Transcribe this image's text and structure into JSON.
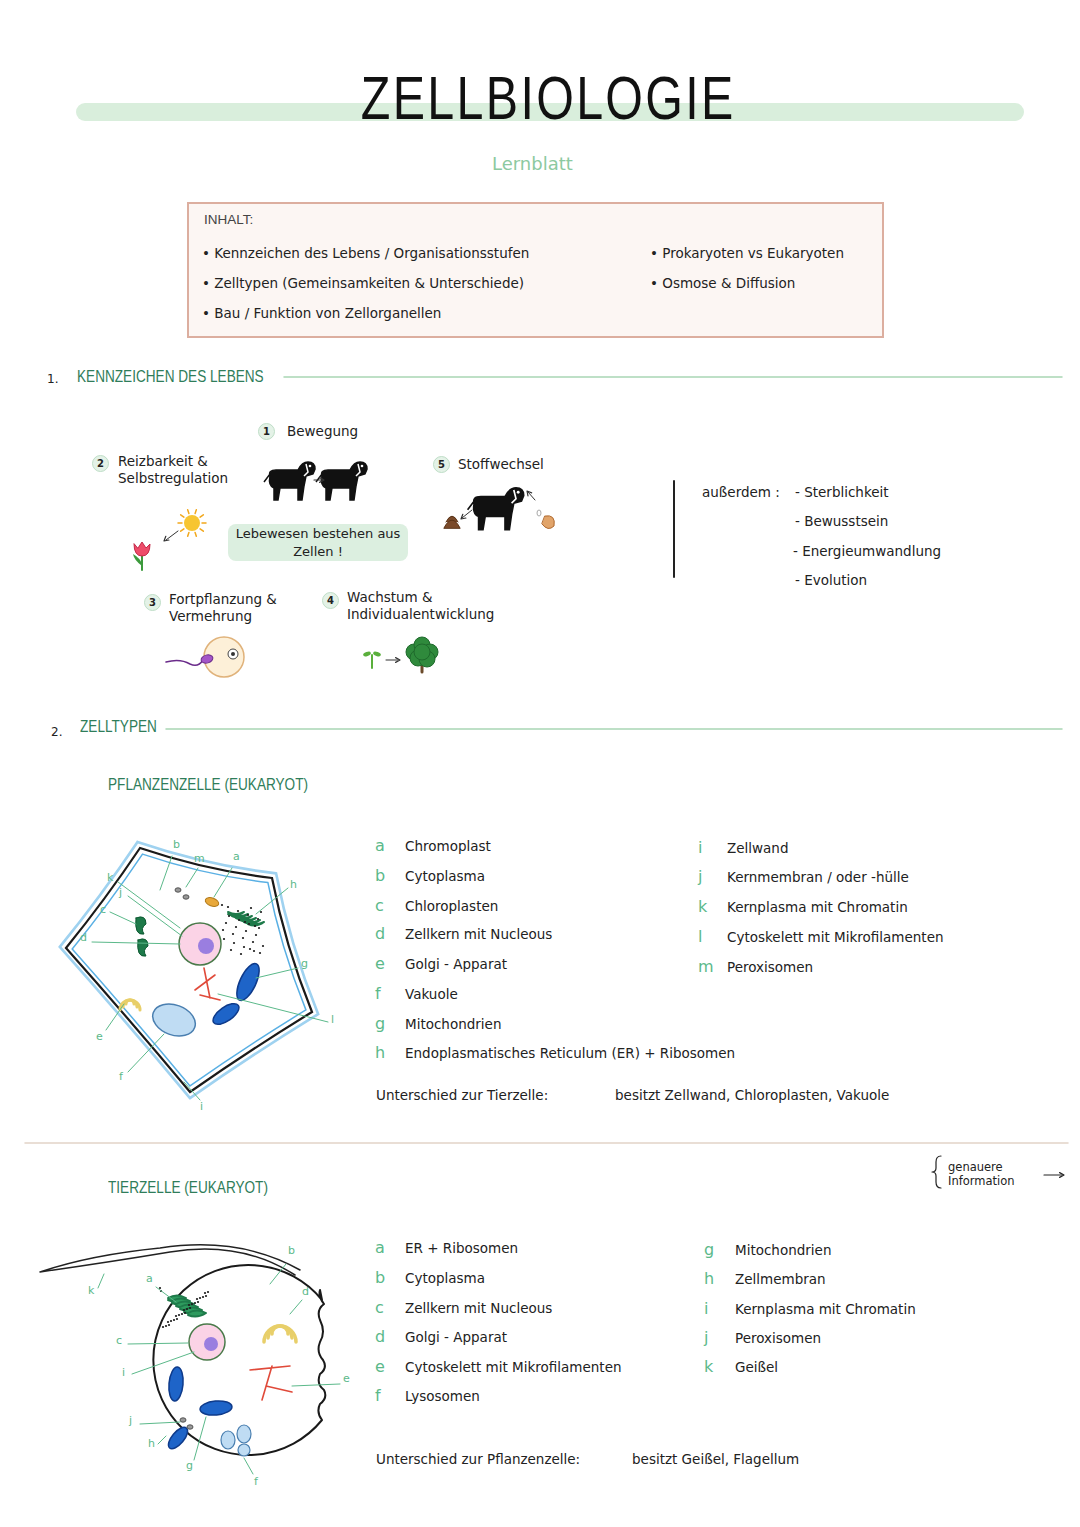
{
  "diagram": {
    "title": "ZELLBIOLOGIE",
    "nodes": [
      {
        "text": [
          "INHALT:",
          "• Kennzeichen des Lebens / Organisationsstufen",
          "• Zelltypen (Gemeinsamkeiten & Unterschiede)",
          "• Bau / Funktion von Zellorganellen",
          "• Prokaryoten vs Eukaryoten",
          "• Osmose & Diffusion"
        ]
      }
    ],
    "labels": [
      "Lernblatt",
      "1.",
      "KENNZEICHEN DES LEBENS",
      "1",
      "Bewegung",
      "2",
      "Reizbarkeit & Selbstregulation",
      "Lebewesen bestehen aus Zellen !",
      "5",
      "Stoffwechsel",
      "außerdem :",
      "- Sterblichkeit",
      "- Bewusstsein",
      "- Energieumwandlung",
      "- Evolution",
      "3",
      "Fortpflanzung & Vermehrung",
      "4",
      "Wachstum & Individualentwicklung",
      "2.",
      "ZELLTYPEN",
      "PFLANZENZELLE (EUKARYOT)",
      "b",
      "m",
      "a",
      "k",
      "j",
      "c",
      "d",
      "h",
      "g",
      "l",
      "e",
      "f",
      "i",
      "a",
      "Chromoplast",
      "b",
      "Cytoplasma",
      "c",
      "Chloroplasten",
      "d",
      "Zellkern mit Nucleous",
      "e",
      "Golgi - Apparat",
      "f",
      "Vakuole",
      "g",
      "Mitochondrien",
      "h",
      "Endoplasmatisches Reticulum (ER) + Ribosomen",
      "i",
      "Zellwand",
      "j",
      "Kernmembran / oder -hülle",
      "k",
      "Kernplasma mit Chromatin",
      "l",
      "Cytoskelett mit Mikrofilamenten",
      "m",
      "Peroxisomen",
      "Unterschied zur Tierzelle:",
      "besitzt Zellwand, Chloroplasten, Vakuole",
      "TIERZELLE (EUKARYOT)",
      "genauere Information",
      "k",
      "b",
      "a",
      "d",
      "c",
      "i",
      "e",
      "j",
      "h",
      "g",
      "f",
      "a",
      "ER + Ribosomen",
      "b",
      "Cytoplasma",
      "c",
      "Zellkern mit Nucleous",
      "d",
      "Golgi - Apparat",
      "e",
      "Cytoskelett mit Mikrofilamenten",
      "f",
      "Lysosomen",
      "g",
      "Mitochondrien",
      "h",
      "Zellmembran",
      "i",
      "Kernplasma mit Chromatin",
      "j",
      "Peroxisomen",
      "k",
      "Geißel",
      "Unterschied zur Pflanzenzelle:",
      "besitzt Geißel, Flagellum"
    ]
  }
}
